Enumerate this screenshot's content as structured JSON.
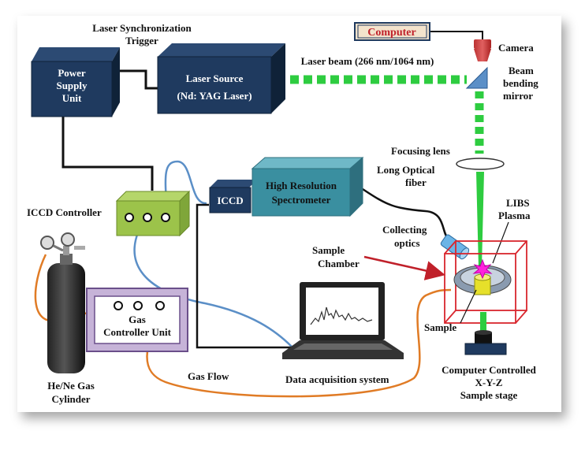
{
  "labels": {
    "laser_sync_1": "Laser Synchronization",
    "laser_sync_2": "Trigger",
    "power_1": "Power",
    "power_2": "Supply",
    "power_3": "Unit",
    "laser_source_1": "Laser Source",
    "laser_source_2": "(Nd: YAG Laser)",
    "laser_beam": "Laser beam (266 nm/1064 nm)",
    "computer": "Computer",
    "camera": "Camera",
    "beam_1": "Beam",
    "beam_2": "bending",
    "beam_3": "mirror",
    "focusing_lens": "Focusing lens",
    "long_fiber_1": "Long Optical",
    "long_fiber_2": "fiber",
    "libs_1": "LIBS",
    "libs_2": "Plasma",
    "iccd_controller": "ICCD Controller",
    "iccd": "ICCD",
    "spectro_1": "High Resolution",
    "spectro_2": "Spectrometer",
    "collecting_1": "Collecting",
    "collecting_2": "optics",
    "sample_chamber_1": "Sample",
    "sample_chamber_2": "Chamber",
    "sample": "Sample",
    "gas_ctrl_1": "Gas",
    "gas_ctrl_2": "Controller Unit",
    "gas_flow": "Gas Flow",
    "data_acq": "Data acquisition system",
    "cyl_1": "He/Ne Gas",
    "cyl_2": "Cylinder",
    "stage_1": "Computer Controlled",
    "stage_2": "X-Y-Z",
    "stage_3": "Sample stage"
  },
  "colors": {
    "box_navy": "#1f3a5f",
    "beam_green": "#2ecc40",
    "cable_blue": "#5b8fc7",
    "gas_orange": "#e07b25",
    "chamber_red": "#d9262e",
    "controller_green": "#9cc34a",
    "spectro_teal": "#3a8fa0",
    "plasma_magenta": "#ff22dd"
  },
  "icons": [
    "camera-icon",
    "mirror-icon",
    "lens-icon",
    "gas-cylinder-icon",
    "laptop-icon",
    "plasma-icon"
  ]
}
